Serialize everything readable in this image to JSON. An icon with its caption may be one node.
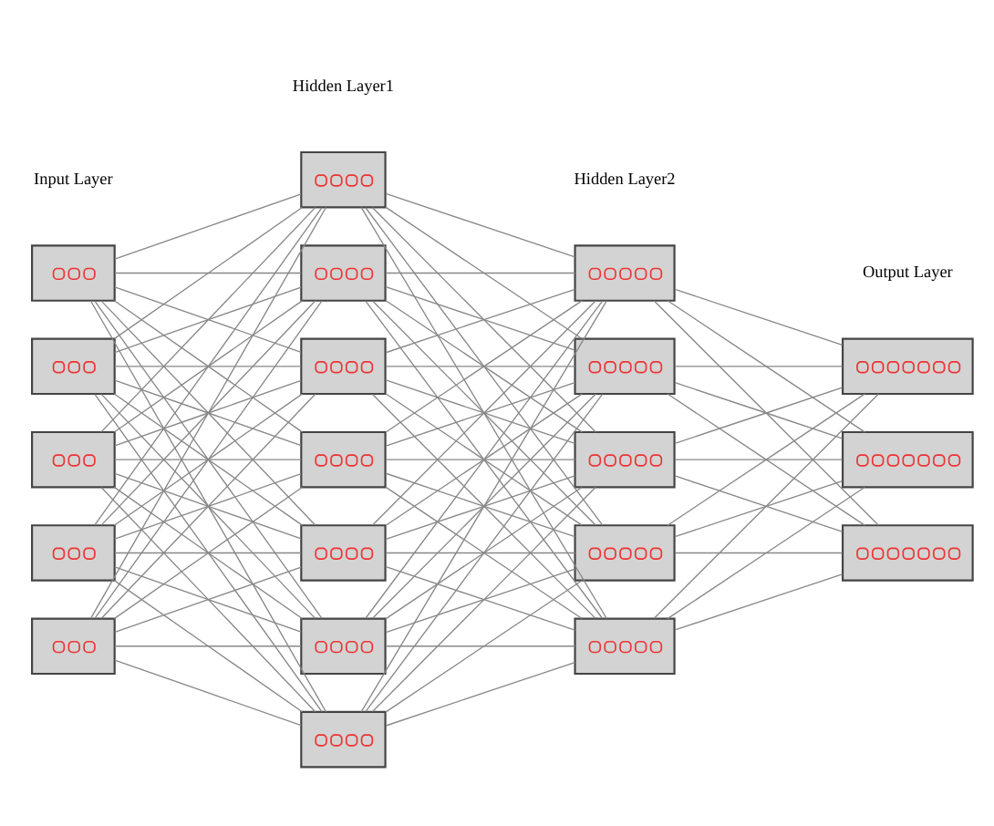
{
  "diagram": {
    "nodes": [
      {
        "text": [],
        "shape": "box"
      },
      {
        "text": [],
        "shape": "box"
      },
      {
        "text": [],
        "shape": "box"
      },
      {
        "text": [],
        "shape": "box"
      },
      {
        "text": [],
        "shape": "box"
      },
      {
        "text": [],
        "shape": "box"
      },
      {
        "text": [],
        "shape": "box"
      },
      {
        "text": [],
        "shape": "box"
      },
      {
        "text": [],
        "shape": "box"
      },
      {
        "text": [],
        "shape": "box"
      },
      {
        "text": [],
        "shape": "box"
      },
      {
        "text": [],
        "shape": "box"
      },
      {
        "text": [],
        "shape": "box"
      },
      {
        "text": [],
        "shape": "box"
      },
      {
        "text": [],
        "shape": "box"
      },
      {
        "text": [],
        "shape": "box"
      },
      {
        "text": [],
        "shape": "box"
      },
      {
        "text": [],
        "shape": "box"
      },
      {
        "text": [],
        "shape": "box"
      },
      {
        "text": [],
        "shape": "box"
      }
    ],
    "edges": [
      {
        "from": 0,
        "to": 5,
        "arrow": "none"
      },
      {
        "from": 0,
        "to": 6,
        "arrow": "none"
      },
      {
        "from": 0,
        "to": 7,
        "arrow": "none"
      },
      {
        "from": 0,
        "to": 8,
        "arrow": "none"
      },
      {
        "from": 0,
        "to": 9,
        "arrow": "none"
      },
      {
        "from": 0,
        "to": 10,
        "arrow": "none"
      },
      {
        "from": 0,
        "to": 11,
        "arrow": "none"
      },
      {
        "from": 1,
        "to": 5,
        "arrow": "none"
      },
      {
        "from": 1,
        "to": 6,
        "arrow": "none"
      },
      {
        "from": 1,
        "to": 7,
        "arrow": "none"
      },
      {
        "from": 1,
        "to": 8,
        "arrow": "none"
      },
      {
        "from": 1,
        "to": 9,
        "arrow": "none"
      },
      {
        "from": 1,
        "to": 10,
        "arrow": "none"
      },
      {
        "from": 1,
        "to": 11,
        "arrow": "none"
      },
      {
        "from": 2,
        "to": 5,
        "arrow": "none"
      },
      {
        "from": 2,
        "to": 6,
        "arrow": "none"
      },
      {
        "from": 2,
        "to": 7,
        "arrow": "none"
      },
      {
        "from": 2,
        "to": 8,
        "arrow": "none"
      },
      {
        "from": 2,
        "to": 9,
        "arrow": "none"
      },
      {
        "from": 2,
        "to": 10,
        "arrow": "none"
      },
      {
        "from": 2,
        "to": 11,
        "arrow": "none"
      },
      {
        "from": 3,
        "to": 5,
        "arrow": "none"
      },
      {
        "from": 3,
        "to": 6,
        "arrow": "none"
      },
      {
        "from": 3,
        "to": 7,
        "arrow": "none"
      },
      {
        "from": 3,
        "to": 8,
        "arrow": "none"
      },
      {
        "from": 3,
        "to": 9,
        "arrow": "none"
      },
      {
        "from": 3,
        "to": 10,
        "arrow": "none"
      },
      {
        "from": 3,
        "to": 11,
        "arrow": "none"
      },
      {
        "from": 4,
        "to": 5,
        "arrow": "none"
      },
      {
        "from": 4,
        "to": 6,
        "arrow": "none"
      },
      {
        "from": 4,
        "to": 7,
        "arrow": "none"
      },
      {
        "from": 4,
        "to": 8,
        "arrow": "none"
      },
      {
        "from": 4,
        "to": 9,
        "arrow": "none"
      },
      {
        "from": 4,
        "to": 10,
        "arrow": "none"
      },
      {
        "from": 4,
        "to": 11,
        "arrow": "none"
      },
      {
        "from": 5,
        "to": 12,
        "arrow": "none"
      },
      {
        "from": 5,
        "to": 13,
        "arrow": "none"
      },
      {
        "from": 5,
        "to": 14,
        "arrow": "none"
      },
      {
        "from": 5,
        "to": 15,
        "arrow": "none"
      },
      {
        "from": 5,
        "to": 16,
        "arrow": "none"
      },
      {
        "from": 6,
        "to": 12,
        "arrow": "none"
      },
      {
        "from": 6,
        "to": 13,
        "arrow": "none"
      },
      {
        "from": 6,
        "to": 14,
        "arrow": "none"
      },
      {
        "from": 6,
        "to": 15,
        "arrow": "none"
      },
      {
        "from": 6,
        "to": 16,
        "arrow": "none"
      },
      {
        "from": 7,
        "to": 12,
        "arrow": "none"
      },
      {
        "from": 7,
        "to": 13,
        "arrow": "none"
      },
      {
        "from": 7,
        "to": 14,
        "arrow": "none"
      },
      {
        "from": 7,
        "to": 15,
        "arrow": "none"
      },
      {
        "from": 7,
        "to": 16,
        "arrow": "none"
      },
      {
        "from": 8,
        "to": 12,
        "arrow": "none"
      },
      {
        "from": 8,
        "to": 13,
        "arrow": "none"
      },
      {
        "from": 8,
        "to": 14,
        "arrow": "none"
      },
      {
        "from": 8,
        "to": 15,
        "arrow": "none"
      },
      {
        "from": 8,
        "to": 16,
        "arrow": "none"
      },
      {
        "from": 9,
        "to": 12,
        "arrow": "none"
      },
      {
        "from": 9,
        "to": 13,
        "arrow": "none"
      },
      {
        "from": 9,
        "to": 14,
        "arrow": "none"
      },
      {
        "from": 9,
        "to": 15,
        "arrow": "none"
      },
      {
        "from": 9,
        "to": 16,
        "arrow": "none"
      },
      {
        "from": 10,
        "to": 12,
        "arrow": "none"
      },
      {
        "from": 10,
        "to": 13,
        "arrow": "none"
      },
      {
        "from": 10,
        "to": 14,
        "arrow": "none"
      },
      {
        "from": 10,
        "to": 15,
        "arrow": "none"
      },
      {
        "from": 10,
        "to": 16,
        "arrow": "none"
      },
      {
        "from": 11,
        "to": 12,
        "arrow": "none"
      },
      {
        "from": 11,
        "to": 13,
        "arrow": "none"
      },
      {
        "from": 11,
        "to": 14,
        "arrow": "none"
      },
      {
        "from": 11,
        "to": 15,
        "arrow": "none"
      },
      {
        "from": 11,
        "to": 16,
        "arrow": "none"
      },
      {
        "from": 12,
        "to": 17,
        "arrow": "none"
      },
      {
        "from": 12,
        "to": 18,
        "arrow": "none"
      },
      {
        "from": 12,
        "to": 19,
        "arrow": "none"
      },
      {
        "from": 13,
        "to": 17,
        "arrow": "none"
      },
      {
        "from": 13,
        "to": 18,
        "arrow": "none"
      },
      {
        "from": 13,
        "to": 19,
        "arrow": "none"
      },
      {
        "from": 14,
        "to": 17,
        "arrow": "none"
      },
      {
        "from": 14,
        "to": 18,
        "arrow": "none"
      },
      {
        "from": 14,
        "to": 19,
        "arrow": "none"
      },
      {
        "from": 15,
        "to": 17,
        "arrow": "none"
      },
      {
        "from": 15,
        "to": 18,
        "arrow": "none"
      },
      {
        "from": 15,
        "to": 19,
        "arrow": "none"
      },
      {
        "from": 16,
        "to": 17,
        "arrow": "none"
      },
      {
        "from": 16,
        "to": 18,
        "arrow": "none"
      },
      {
        "from": 16,
        "to": 19,
        "arrow": "none"
      }
    ],
    "labels": [
      "Hidden Layer1",
      "Input Layer",
      "Hidden Layer2",
      "Output Layer"
    ]
  }
}
